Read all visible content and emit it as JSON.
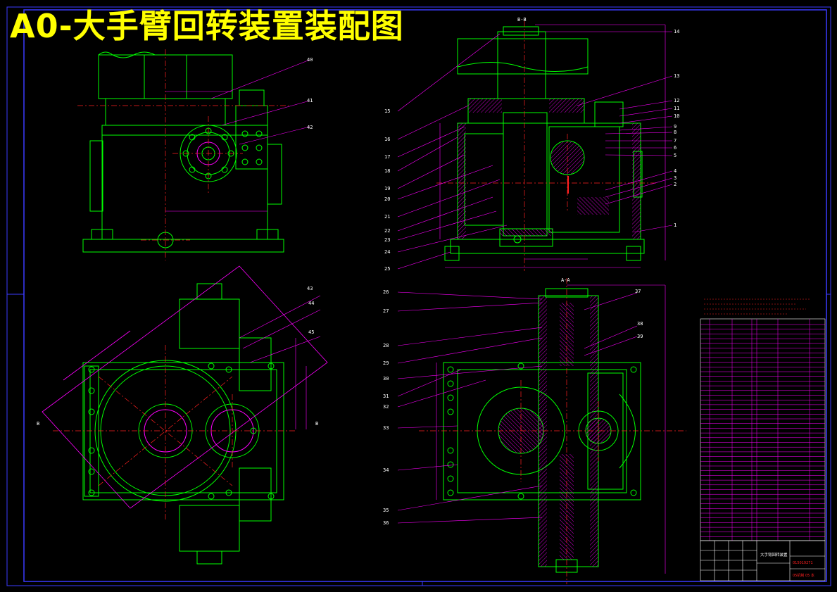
{
  "drawing": {
    "title": "A0-大手臂回转装置装配图",
    "section_bb": "B-B",
    "section_aa": "A-A",
    "marker_b": "B"
  },
  "callouts": {
    "top_left": [
      "40",
      "41",
      "42"
    ],
    "top_right_left": [
      "15",
      "16",
      "17",
      "18",
      "19",
      "20",
      "21",
      "22",
      "23",
      "24",
      "25"
    ],
    "top_right_right": [
      "14",
      "13",
      "12",
      "11",
      "10",
      "9",
      "8",
      "7",
      "6",
      "5",
      "4",
      "3",
      "2",
      "1"
    ],
    "bottom_left": [
      "43",
      "44",
      "45"
    ],
    "bottom_right_left": [
      "26",
      "27",
      "28",
      "29",
      "30",
      "31",
      "32",
      "33",
      "34",
      "35",
      "36"
    ],
    "bottom_right_right": [
      "37",
      "38",
      "39"
    ]
  },
  "title_block": {
    "drawing_no": "015019271",
    "class_no": "05机制 05 本",
    "name": "大手臂回转装置"
  },
  "colors": {
    "background": "#000000",
    "outline": "#00ff00",
    "dimension": "#ff00ff",
    "center_line": "#ff2020",
    "hatch": "#ff00ff",
    "border": "#3b3bff",
    "title": "#ffff00",
    "text": "#ffffff"
  }
}
